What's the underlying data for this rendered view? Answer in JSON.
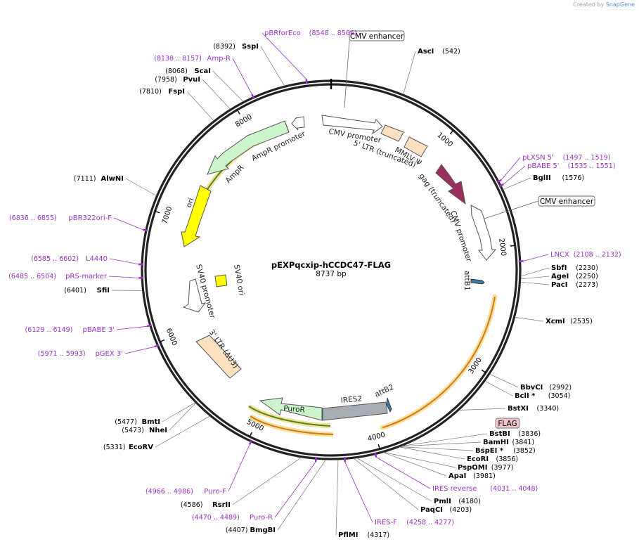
{
  "watermark": {
    "prefix": "Created by",
    "brand": "SnapGene"
  },
  "plasmid": {
    "name": "pEXPqcxip-hCCDC47-FLAG",
    "length_label": "8737 bp",
    "length": 8737
  },
  "ticks": [
    "1000",
    "2000",
    "3000",
    "4000",
    "5000",
    "6000",
    "7000",
    "8000"
  ],
  "tick_positions": [
    1000,
    2000,
    3000,
    4000,
    5000,
    6000,
    7000,
    8000
  ],
  "sites": [
    {
      "name": "AscI",
      "pos": "(542)",
      "bp": 542
    },
    {
      "name": "BglII",
      "pos": "(1576)",
      "bp": 1576
    },
    {
      "name": "SbfI",
      "pos": "(2230)",
      "bp": 2230
    },
    {
      "name": "AgeI",
      "pos": "(2250)",
      "bp": 2250
    },
    {
      "name": "PacI",
      "pos": "(2273)",
      "bp": 2273
    },
    {
      "name": "XcmI",
      "pos": "(2535)",
      "bp": 2535
    },
    {
      "name": "BbvCI",
      "pos": "(2992)",
      "bp": 2992
    },
    {
      "name": "BclI *",
      "pos": "(3054)",
      "bp": 3054
    },
    {
      "name": "BstXI",
      "pos": "(3340)",
      "bp": 3340
    },
    {
      "name": "BstBI",
      "pos": "(3836)",
      "bp": 3836
    },
    {
      "name": "BamHI",
      "pos": "(3841)",
      "bp": 3841
    },
    {
      "name": "BspEI *",
      "pos": "(3852)",
      "bp": 3852
    },
    {
      "name": "EcoRI",
      "pos": "(3856)",
      "bp": 3856
    },
    {
      "name": "PspOMI",
      "pos": "(3977)",
      "bp": 3977
    },
    {
      "name": "ApaI",
      "pos": "(3981)",
      "bp": 3981
    },
    {
      "name": "PmlI",
      "pos": "(4180)",
      "bp": 4180
    },
    {
      "name": "PaqCI",
      "pos": "(4203)",
      "bp": 4203
    },
    {
      "name": "PflMI",
      "pos": "(4317)",
      "bp": 4317
    },
    {
      "name": "BmgBI",
      "pos": "(4407)",
      "bp": 4407
    },
    {
      "name": "RsrII",
      "pos": "(4586)",
      "bp": 4586
    },
    {
      "name": "EcoRV",
      "pos": "(5331)",
      "bp": 5331
    },
    {
      "name": "NheI",
      "pos": "(5473)",
      "bp": 5473
    },
    {
      "name": "BmtI",
      "pos": "(5477)",
      "bp": 5477
    },
    {
      "name": "SfiI",
      "pos": "(6401)",
      "bp": 6401
    },
    {
      "name": "AlwNI",
      "pos": "(7111)",
      "bp": 7111
    },
    {
      "name": "FspI",
      "pos": "(7810)",
      "bp": 7810
    },
    {
      "name": "PvuI",
      "pos": "(7958)",
      "bp": 7958
    },
    {
      "name": "ScaI",
      "pos": "(8068)",
      "bp": 8068
    },
    {
      "name": "SspI",
      "pos": "(8392)",
      "bp": 8392
    }
  ],
  "primers": [
    {
      "name": "pLXSN 5'",
      "range": "(1497 .. 1519)",
      "bp": 1508
    },
    {
      "name": "pBABE 5'",
      "range": "(1535 .. 1551)",
      "bp": 1543
    },
    {
      "name": "LNCX",
      "range": "(2108 .. 2132)",
      "bp": 2120
    },
    {
      "name": "IRES reverse",
      "range": "(4031 .. 4048)",
      "bp": 4040
    },
    {
      "name": "IRES-F",
      "range": "(4258 .. 4277)",
      "bp": 4268
    },
    {
      "name": "Puro-R",
      "range": "(4470 .. 4489)",
      "bp": 4480
    },
    {
      "name": "Puro-F",
      "range": "(4966 .. 4986)",
      "bp": 4976
    },
    {
      "name": "pGEX 3'",
      "range": "(5971 .. 5993)",
      "bp": 5982
    },
    {
      "name": "pBABE 3'",
      "range": "(6129 .. 6149)",
      "bp": 6139
    },
    {
      "name": "pRS-marker",
      "range": "(6485 .. 6504)",
      "bp": 6495
    },
    {
      "name": "L4440",
      "range": "(6585 .. 6602)",
      "bp": 6594
    },
    {
      "name": "pBR322ori-F",
      "range": "(6836 .. 6855)",
      "bp": 6846
    },
    {
      "name": "Amp-R",
      "range": "(8138 .. 8157)",
      "bp": 8148
    },
    {
      "name": "pBRforEco",
      "range": "(8548 .. 8566)",
      "bp": 8557
    }
  ],
  "boxed_labels": [
    {
      "name": "CMV enhancer",
      "bp": 270
    },
    {
      "name": "CMV enhancer",
      "bp": 1800
    },
    {
      "name": "FLAG",
      "bp": 3830
    }
  ],
  "features": [
    {
      "name": "CMV promoter",
      "label": "CMV promoter"
    },
    {
      "name": "5' LTR (truncated)",
      "label": "5' LTR (truncated)"
    },
    {
      "name": "MMLV ψ",
      "label": "MMLV Ψ"
    },
    {
      "name": "gag (truncated)",
      "label": "gag (truncated)"
    },
    {
      "name": "CMV promoter 2",
      "label": "CMV promoter"
    },
    {
      "name": "attB1",
      "label": "attB1"
    },
    {
      "name": "IRES2",
      "label": "IRES2"
    },
    {
      "name": "attB2",
      "label": "attB2"
    },
    {
      "name": "PuroR",
      "label": "PuroR"
    },
    {
      "name": "3' LTR (ΔU3)",
      "label": "3' LTR (ΔU3)"
    },
    {
      "name": "SV40 promoter",
      "label": "SV40 promoter"
    },
    {
      "name": "SV40 ori",
      "label": "SV40 ori"
    },
    {
      "name": "ori",
      "label": "ori"
    },
    {
      "name": "AmpR",
      "label": "AmpR"
    },
    {
      "name": "AmpR promoter",
      "label": "AmpR promoter"
    }
  ],
  "colors": {
    "backbone": "#222222",
    "promoter": "#ffffff",
    "ltr": "#fde0c2",
    "gag": "#9b2f5e",
    "cds_green": "#ccf5cc",
    "ori": "#ffff00",
    "ires": "#a7adb3",
    "primer": "#9b30c8",
    "orf_outline": "#f4c96a",
    "orf_dark_green": "#4b8a1f",
    "orf_orange": "#d07a1d",
    "flag_box": "#f2c4cc"
  }
}
